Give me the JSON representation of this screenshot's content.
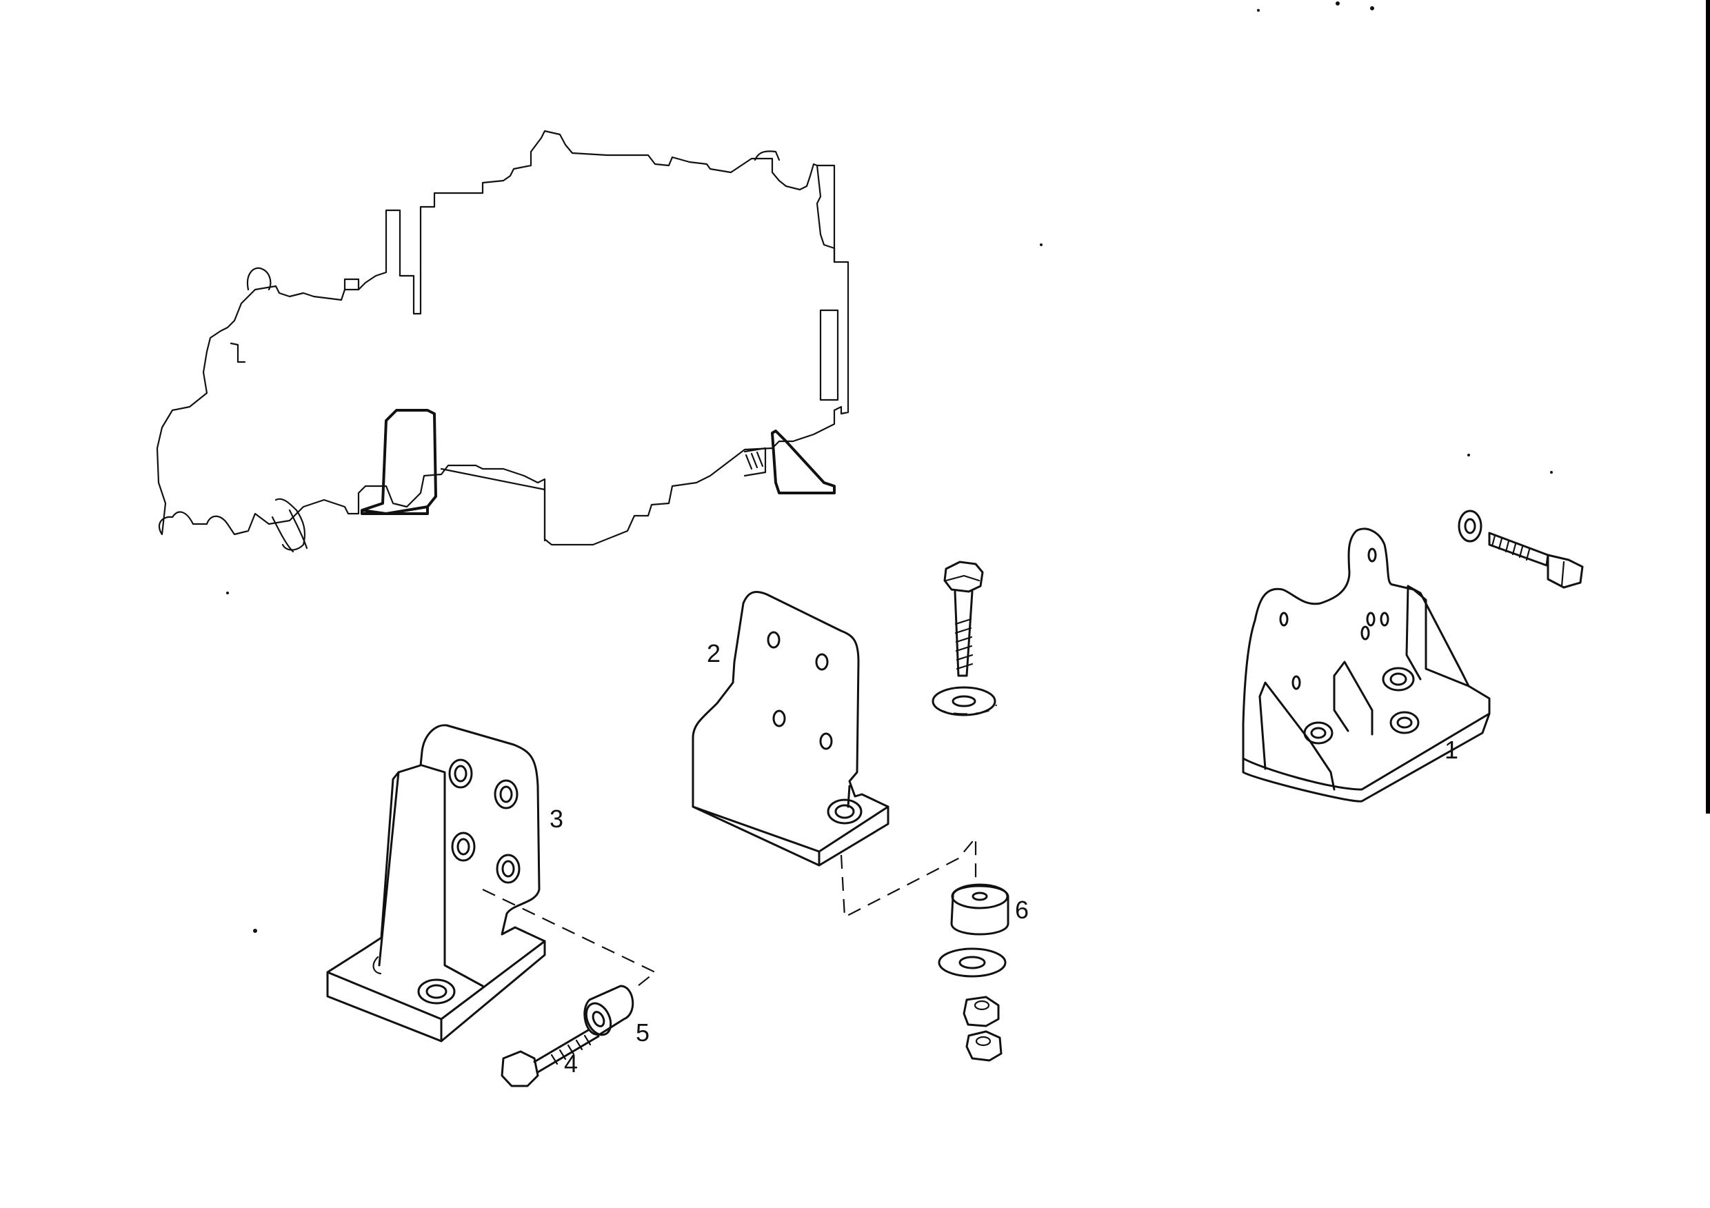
{
  "callouts": {
    "c1": "1",
    "c2": "2",
    "c3": "3",
    "c4": "4",
    "c5": "5",
    "c6": "6"
  },
  "icons": [
    "engine-outline",
    "mount-bracket-1",
    "mount-bracket-2",
    "mount-bracket-3",
    "bolt",
    "spacer",
    "rubber-mount",
    "washer",
    "nut"
  ],
  "colors": {
    "ink": "#111111",
    "paper": "#ffffff"
  }
}
